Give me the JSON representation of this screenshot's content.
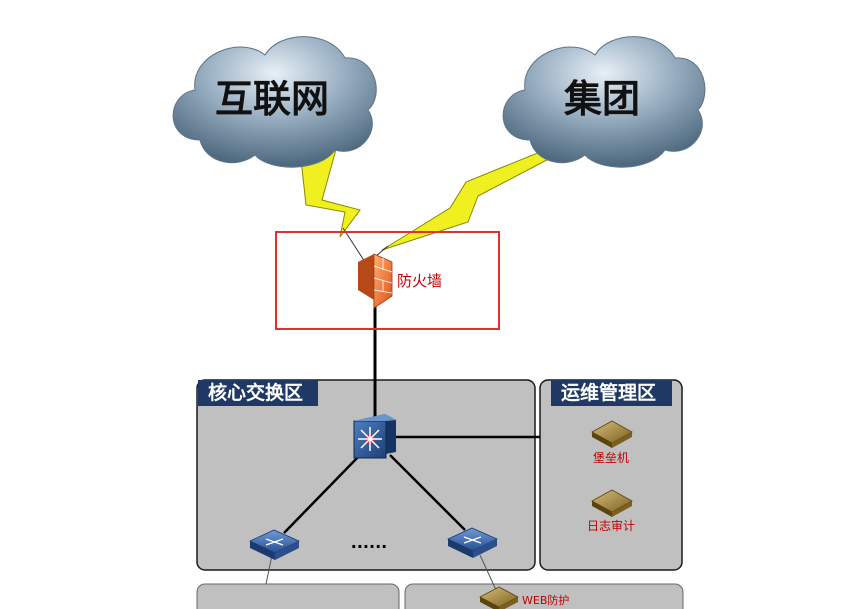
{
  "clouds": {
    "internet": "互联网",
    "group": "集团"
  },
  "firewall": {
    "label": "防火墙"
  },
  "zones": {
    "core": {
      "title": "核心交换区",
      "ellipsis": "......"
    },
    "ops": {
      "title": "运维管理区",
      "devices": [
        "堡垒机",
        "日志审计"
      ]
    },
    "bottom_right": {
      "device_label": "WEB防护"
    }
  },
  "colors": {
    "highlight_border": "#e03030",
    "zone_fill": "#c0c0c0",
    "zone_title_bg": "#1f3864",
    "lightning": "#f0f020",
    "label_red": "#c00000"
  },
  "icons": {
    "cloud": "cloud-icon",
    "firewall": "firewall-icon",
    "core_switch": "layer3-switch-icon",
    "access_switch": "switch-icon",
    "server": "server-icon"
  }
}
